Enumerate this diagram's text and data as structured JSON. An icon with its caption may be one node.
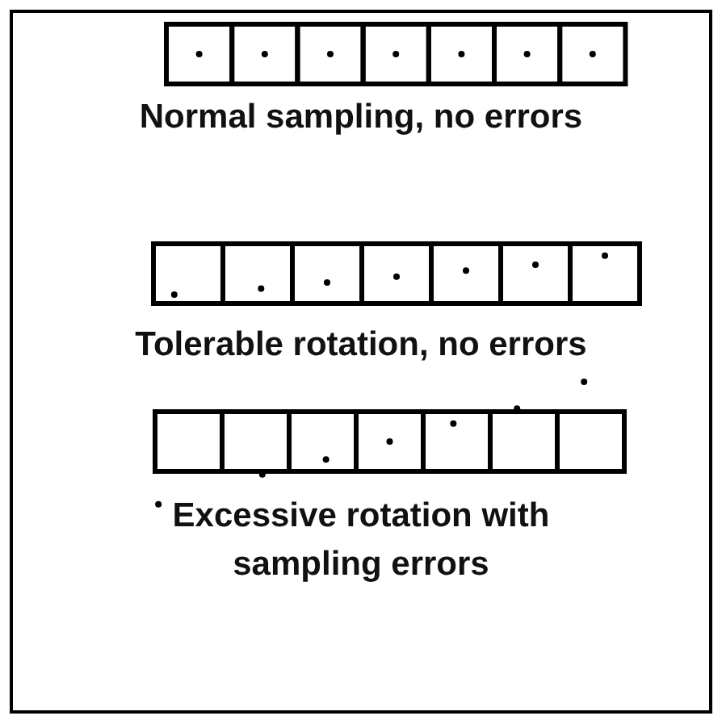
{
  "diagram": {
    "labels": [
      "Normal sampling, no errors",
      "Tolerable rotation, no errors",
      "Excessive rotation with sampling errors"
    ]
  }
}
